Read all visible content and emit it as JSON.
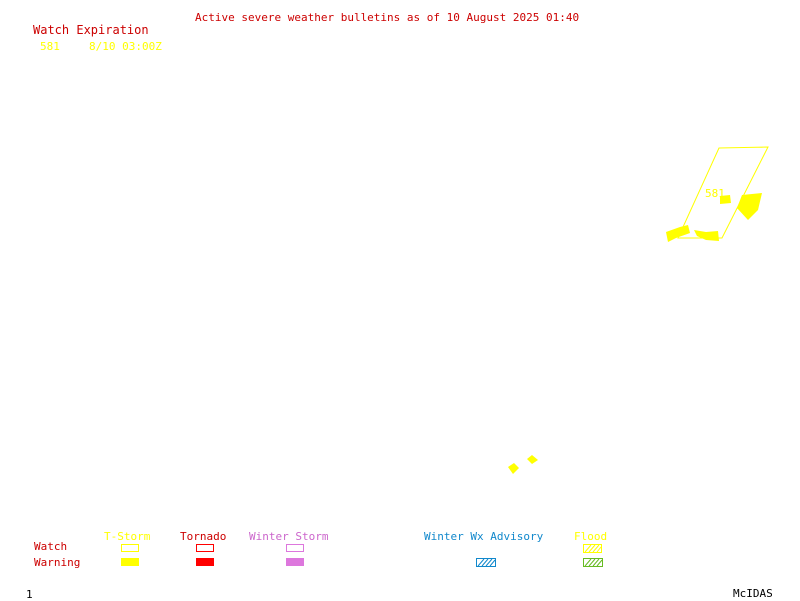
{
  "header": {
    "title": "Active severe weather bulletins as of 10 August 2025 01:40"
  },
  "watch_list": {
    "heading": "Watch Expiration",
    "entries": [
      {
        "number": "581",
        "expiration": "8/10 03:00Z"
      }
    ]
  },
  "map": {
    "watch_box_label": "581"
  },
  "legend": {
    "row_labels": {
      "watch": "Watch",
      "warning": "Warning"
    },
    "categories": [
      {
        "label": "T-Storm",
        "color": "#ffff00",
        "watch_style": "outline",
        "warning_style": "filled"
      },
      {
        "label": "Tornado",
        "color": "#ff0000",
        "watch_style": "outline",
        "warning_style": "filled"
      },
      {
        "label": "Winter Storm",
        "color": "#dd77dd",
        "watch_style": "outline",
        "warning_style": "filled"
      },
      {
        "label": "Winter Wx Advisory",
        "color": "#1188cc",
        "warning_style": "hatched"
      },
      {
        "label": "Flood",
        "color": "#ffff00",
        "watch_style": "hatched",
        "warning_style": "hatched"
      }
    ]
  },
  "footer": {
    "frame_number": "1",
    "brand": "McIDAS"
  }
}
